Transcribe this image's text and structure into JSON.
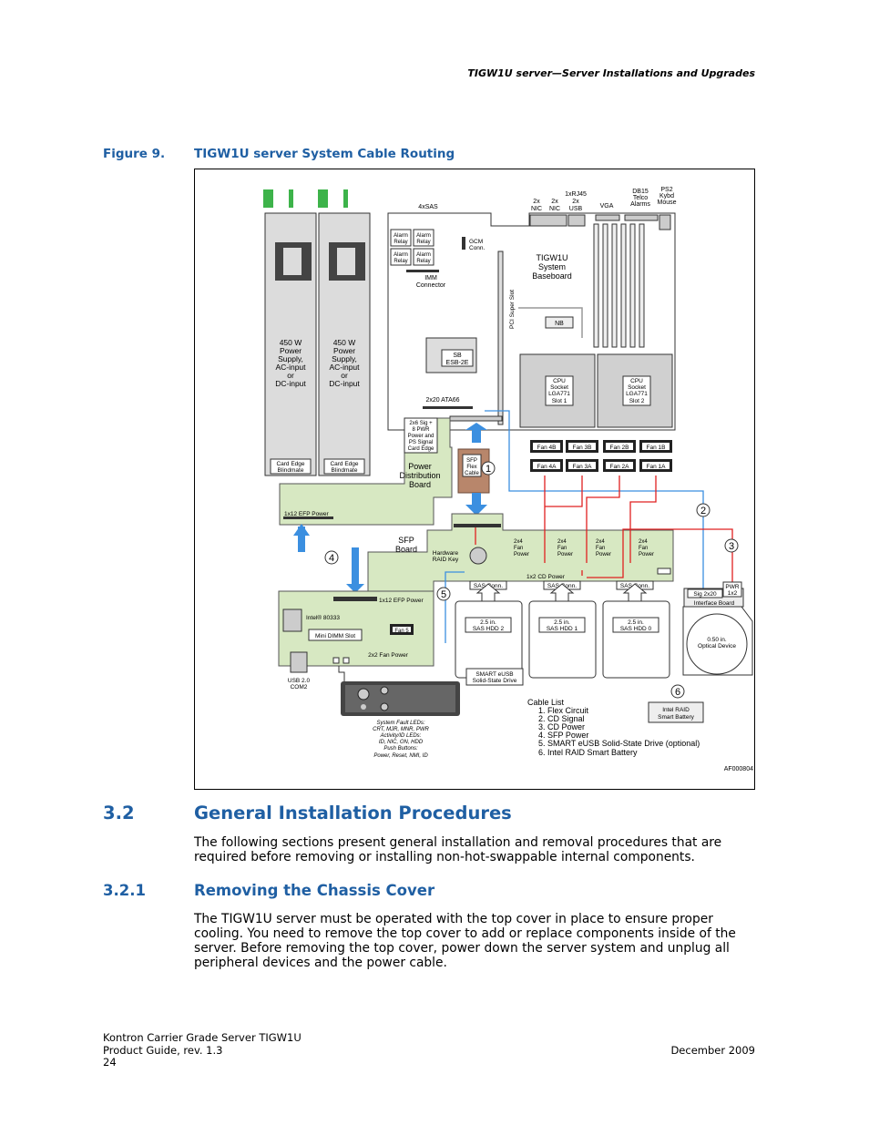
{
  "header": {
    "running_title": "TIGW1U server—Server Installations and Upgrades"
  },
  "figure": {
    "number": "Figure 9.",
    "title": "TIGW1U server System Cable Routing",
    "labels": {
      "sas4x": "4xSAS",
      "nic1": "2x",
      "nic1b": "NIC",
      "nic2": "2x",
      "nic2b": "NIC",
      "rj45": "1xRJ45",
      "usb2": "2x",
      "usb2b": "USB",
      "vga": "VGA",
      "db15a": "DB15",
      "db15b": "Telco",
      "db15c": "Alarms",
      "ps2a": "PS2",
      "ps2b": "Kybd",
      "ps2c": "Mouse",
      "alarm_relay_1": "Alarm",
      "alarm_relay_1b": "Relay",
      "gcm1": "GCM",
      "gcm2": "Conn.",
      "baseboard1": "TIGW1U",
      "baseboard2": "System",
      "baseboard3": "Baseboard",
      "imm1": "IMM",
      "imm2": "Connector",
      "pci": "PCI Super Slot",
      "nb": "NB",
      "sb1": "SB",
      "sb2": "ESB-2E",
      "cpu1_a": "CPU",
      "cpu1_b": "Socket",
      "cpu1_c": "LGA771",
      "cpu1_d": "Slot 1",
      "cpu2_a": "CPU",
      "cpu2_b": "Socket",
      "cpu2_c": "LGA771",
      "cpu2_d": "Slot 2",
      "ata66": "2x20 ATA66",
      "psu1": "450 W",
      "psu2": "Power",
      "psu3": "Supply,",
      "psu4": "AC-input",
      "psu5": "or",
      "psu6": "DC-input",
      "card_edge1": "Card Edge",
      "card_edge2": "Blindmate",
      "sig_pwr1": "2x6 Sig +",
      "sig_pwr2": "8 PWR",
      "sig_pwr3": "Power and",
      "sig_pwr4": "PS Signal",
      "sig_pwr5": "Card Edge",
      "sfp_flex1": "SFP",
      "sfp_flex2": "Flex",
      "sfp_flex3": "Cable",
      "pdb1": "Power",
      "pdb2": "Distribution",
      "pdb3": "Board",
      "efp_power": "1x12 EFP Power",
      "fan4b": "Fan 4B",
      "fan3b": "Fan 3B",
      "fan2b": "Fan 2B",
      "fan1b": "Fan 1B",
      "fan4a": "Fan 4A",
      "fan3a": "Fan 3A",
      "fan2a": "Fan 2A",
      "fan1a": "Fan 1A",
      "sfp_board1": "SFP",
      "sfp_board2": "Board",
      "raid_key1": "Hardware",
      "raid_key2": "RAID Key",
      "fanpwr1": "2x4",
      "fanpwr2": "Fan",
      "fanpwr3": "Power",
      "cd_power": "1x2 CD Power",
      "sas_conn": "SAS Conn.",
      "hdd_a": "2.5 in.",
      "hdd2": "SAS HDD 2",
      "hdd1": "SAS HDD 1",
      "hdd0": "SAS HDD 0",
      "sig2x20": "Sig 2x20",
      "pwr1x2a": "PWR",
      "pwr1x2b": "1x2",
      "interface_board": "Interface Board",
      "optical1": "0.50 in.",
      "optical2": "Optical Device",
      "intel_chip": "Intel® 80333",
      "mini_dimm": "Mini DIMM Slot",
      "fan5": "Fan 5",
      "fan_power_2x2": "2x2 Fan Power",
      "usb_com1": "USB 2.0",
      "usb_com2": "COM2",
      "eusb1": "SMART eUSB",
      "eusb2": "Solid-State Drive",
      "leds1": "System Fault LEDs:",
      "leds2": "CRT, MJR, MNR, PWR",
      "leds3": "Activity/ID LEDs:",
      "leds4": "ID, NIC, ON, HDD",
      "leds5": "Push Buttons:",
      "leds6": "Power, Reset, NMI, ID",
      "raid_batt1": "Intel RAID",
      "raid_batt2": "Smart Battery",
      "cable_list_title": "Cable List",
      "art_id": "AF000804"
    },
    "cable_list": [
      "1.  Flex Circuit",
      "2.  CD Signal",
      "3.  CD Power",
      "4.  SFP Power",
      "5.  SMART eUSB Solid-State Drive (optional)",
      "6.  Intel RAID Smart Battery"
    ],
    "callouts": [
      "1",
      "2",
      "3",
      "4",
      "5",
      "6"
    ]
  },
  "section": {
    "number": "3.2",
    "title": "General Installation Procedures",
    "body": "The following sections present general installation and removal procedures that are required before removing or installing non-hot-swappable internal components."
  },
  "subsection": {
    "number": "3.2.1",
    "title": "Removing the Chassis Cover",
    "body": "The TIGW1U server must be operated with the top cover in place to ensure proper cooling. You need to remove the top cover to add or replace components inside of the server. Before removing the top cover, power down the server system and unplug all peripheral devices and the power cable."
  },
  "footer": {
    "line1": "Kontron Carrier Grade Server TIGW1U",
    "line2": "Product Guide, rev. 1.3",
    "page": "24",
    "date": "December 2009"
  },
  "colors": {
    "heading": "#1f5fa3",
    "board": "#d7e8c2",
    "cable_blue": "#3b8fe0",
    "cable_red": "#e02020"
  }
}
